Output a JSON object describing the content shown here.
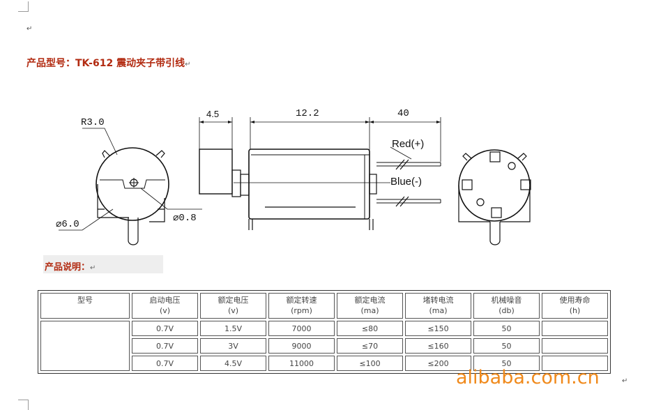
{
  "page": {
    "return_mark": "↵",
    "title": "产品型号：TK-612 震动夹子带引线",
    "description_label": "产品说明："
  },
  "drawing": {
    "labels": {
      "radius": "R3.0",
      "dia_left": "⌀6.0",
      "dia_small": "⌀0.8",
      "dim_cap": "4.5",
      "dim_body": "12.2",
      "dim_lead": "40",
      "lead_red": "Red(+)",
      "lead_blue": "Blue(-)"
    }
  },
  "table": {
    "headers": [
      {
        "name": "型号",
        "unit": ""
      },
      {
        "name": "启动电压",
        "unit": "(v)"
      },
      {
        "name": "额定电压",
        "unit": "(v)"
      },
      {
        "name": "额定转速",
        "unit": "(rpm)"
      },
      {
        "name": "额定电流",
        "unit": "(ma)"
      },
      {
        "name": "堵转电流",
        "unit": "(ma)"
      },
      {
        "name": "机械噪音",
        "unit": "(db)"
      },
      {
        "name": "使用寿命",
        "unit": "(h)"
      }
    ],
    "rows": [
      [
        "",
        "0.7V",
        "1.5V",
        "7000",
        "≤80",
        "≤150",
        "50",
        ""
      ],
      [
        "",
        "0.7V",
        "3V",
        "9000",
        "≤70",
        "≤160",
        "50",
        ""
      ],
      [
        "",
        "0.7V",
        "4.5V",
        "11000",
        "≤100",
        "≤200",
        "50",
        ""
      ]
    ]
  },
  "watermark": "alibaba.com.cn"
}
